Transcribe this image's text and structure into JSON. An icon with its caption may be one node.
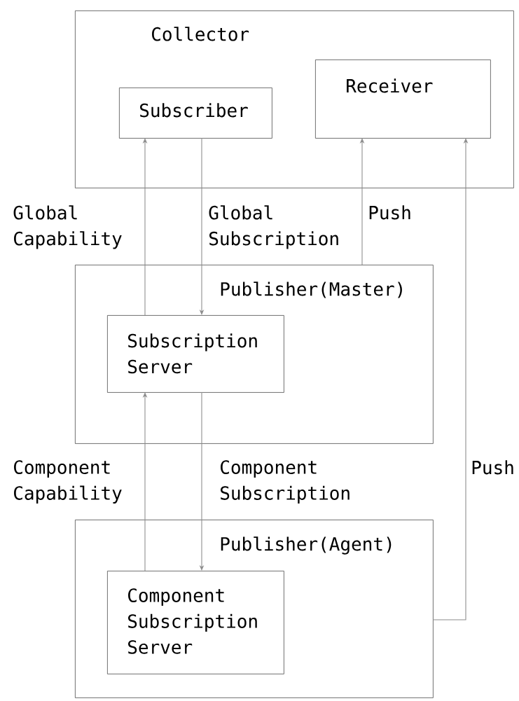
{
  "diagram": {
    "nodes": [
      {
        "text": [
          "Collector"
        ]
      },
      {
        "text": [
          "Subscriber"
        ],
        "in": 0
      },
      {
        "text": [
          "Receiver"
        ],
        "in": 0
      },
      {
        "text": [
          "Publisher(Master)"
        ]
      },
      {
        "text": [
          "Subscription Server"
        ],
        "in": 3
      },
      {
        "text": [
          "Publisher(Agent)"
        ]
      },
      {
        "text": [
          "Component Subscription Server"
        ],
        "in": 5
      }
    ],
    "edges": [
      {
        "from": 4,
        "to": 1,
        "arrow": "to",
        "label": "Global Capability"
      },
      {
        "from": 1,
        "to": 4,
        "arrow": "to",
        "label": "Global Subscription"
      },
      {
        "from": 3,
        "to": 2,
        "arrow": "to",
        "label": "Push"
      },
      {
        "from": 6,
        "to": 4,
        "arrow": "to",
        "label": "Component Capability"
      },
      {
        "from": 4,
        "to": 6,
        "arrow": "to",
        "label": "Component Subscription"
      },
      {
        "from": 5,
        "to": 2,
        "arrow": "to",
        "label": "Push"
      }
    ]
  }
}
